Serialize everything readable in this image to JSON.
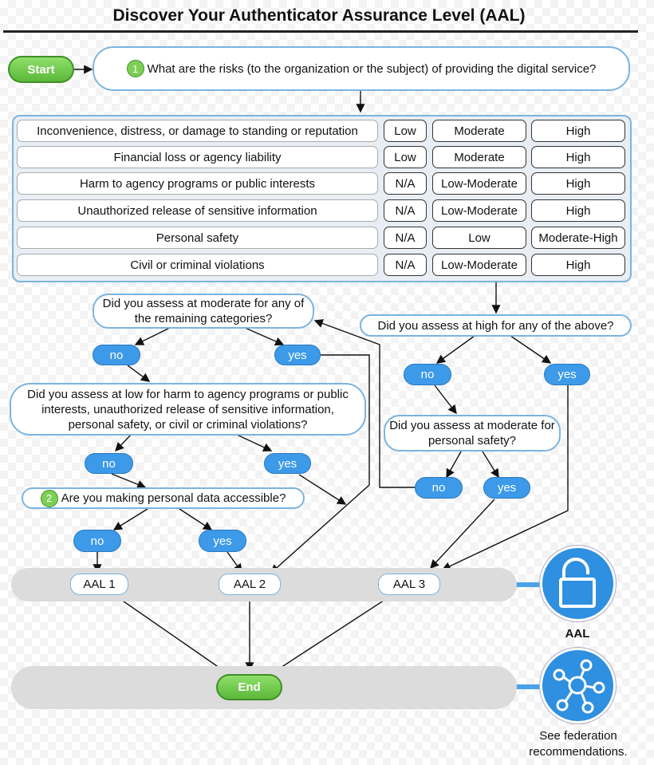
{
  "title": "Discover Your Authenticator Assurance Level (AAL)",
  "start_label": "Start",
  "end_label": "End",
  "q1": {
    "number": "1",
    "text": "What are the risks (to the organization or the subject) of providing the digital service?"
  },
  "risk_rows": [
    {
      "category": "Inconvenience, distress, or damage to standing or reputation",
      "low": "Low",
      "mod": "Moderate",
      "high": "High"
    },
    {
      "category": "Financial loss or agency liability",
      "low": "Low",
      "mod": "Moderate",
      "high": "High"
    },
    {
      "category": "Harm to agency programs or public interests",
      "low": "N/A",
      "mod": "Low-Moderate",
      "high": "High"
    },
    {
      "category": "Unauthorized release of sensitive information",
      "low": "N/A",
      "mod": "Low-Moderate",
      "high": "High"
    },
    {
      "category": "Personal safety",
      "low": "N/A",
      "mod": "Low",
      "high": "Moderate-High"
    },
    {
      "category": "Civil or criminal violations",
      "low": "N/A",
      "mod": "Low-Moderate",
      "high": "High"
    }
  ],
  "q_high": "Did you assess at high for any of the above?",
  "q_mod_remaining": "Did you assess at moderate for any of the remaining categories?",
  "q_low_harm": "Did you assess at low for harm to agency programs or public interests, unauthorized release of sensitive information, personal safety, or civil or criminal violations?",
  "q_mod_safety": "Did you assess at moderate for personal safety?",
  "q2": {
    "number": "2",
    "text": "Are you making personal data accessible?"
  },
  "no": "no",
  "yes": "yes",
  "aal1": "AAL 1",
  "aal2": "AAL 2",
  "aal3": "AAL 3",
  "aal_caption": "AAL",
  "federation_caption_1": "See federation",
  "federation_caption_2": "recommendations."
}
